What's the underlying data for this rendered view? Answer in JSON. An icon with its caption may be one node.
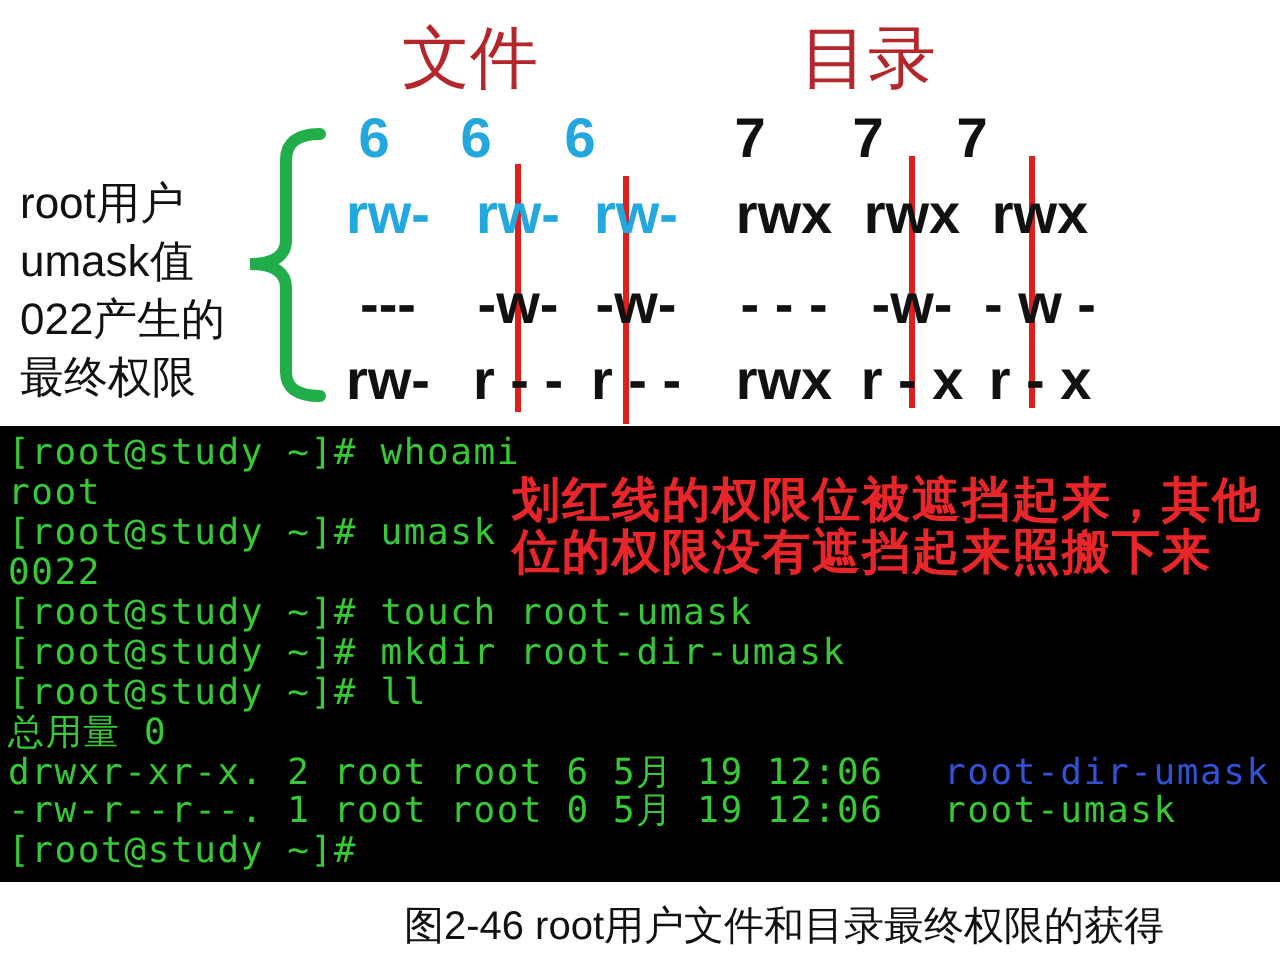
{
  "diagram": {
    "caption": "图2-46 root用户文件和目录最终权限的获得",
    "nodes": [
      {
        "text": [
          "[root@study ~]# whoami",
          "root",
          "[root@study ~]# umask",
          "0022",
          "[root@study ~]# touch root-umask",
          "[root@study ~]# mkdir root-dir-umask",
          "[root@study ~]# ll",
          "总用量 0",
          "drwxr-xr-x. 2 root root 6 5月 19 12:06",
          "root-dir-umask",
          "-rw-r--r--. 1 root root 0 5月 19 12:06",
          "root-umask",
          "[root@study ~]#",
          "划红线的权限位被遮挡起来，其他位的权限没有遮挡起来照搬下来"
        ]
      }
    ],
    "labels": [
      "文件",
      "目录",
      "root用户umask值022产生的最终权限",
      "6",
      "6",
      "6",
      "7",
      "7",
      "7",
      "rw-",
      "rw-",
      "rw-",
      "rwx",
      "rwx",
      "rwx",
      "---",
      "-w-",
      "-w-",
      "- - -",
      "-w-",
      "- w -",
      "rw-",
      "r - -",
      "r - -",
      "rwx",
      "r - x",
      "r - x"
    ]
  }
}
